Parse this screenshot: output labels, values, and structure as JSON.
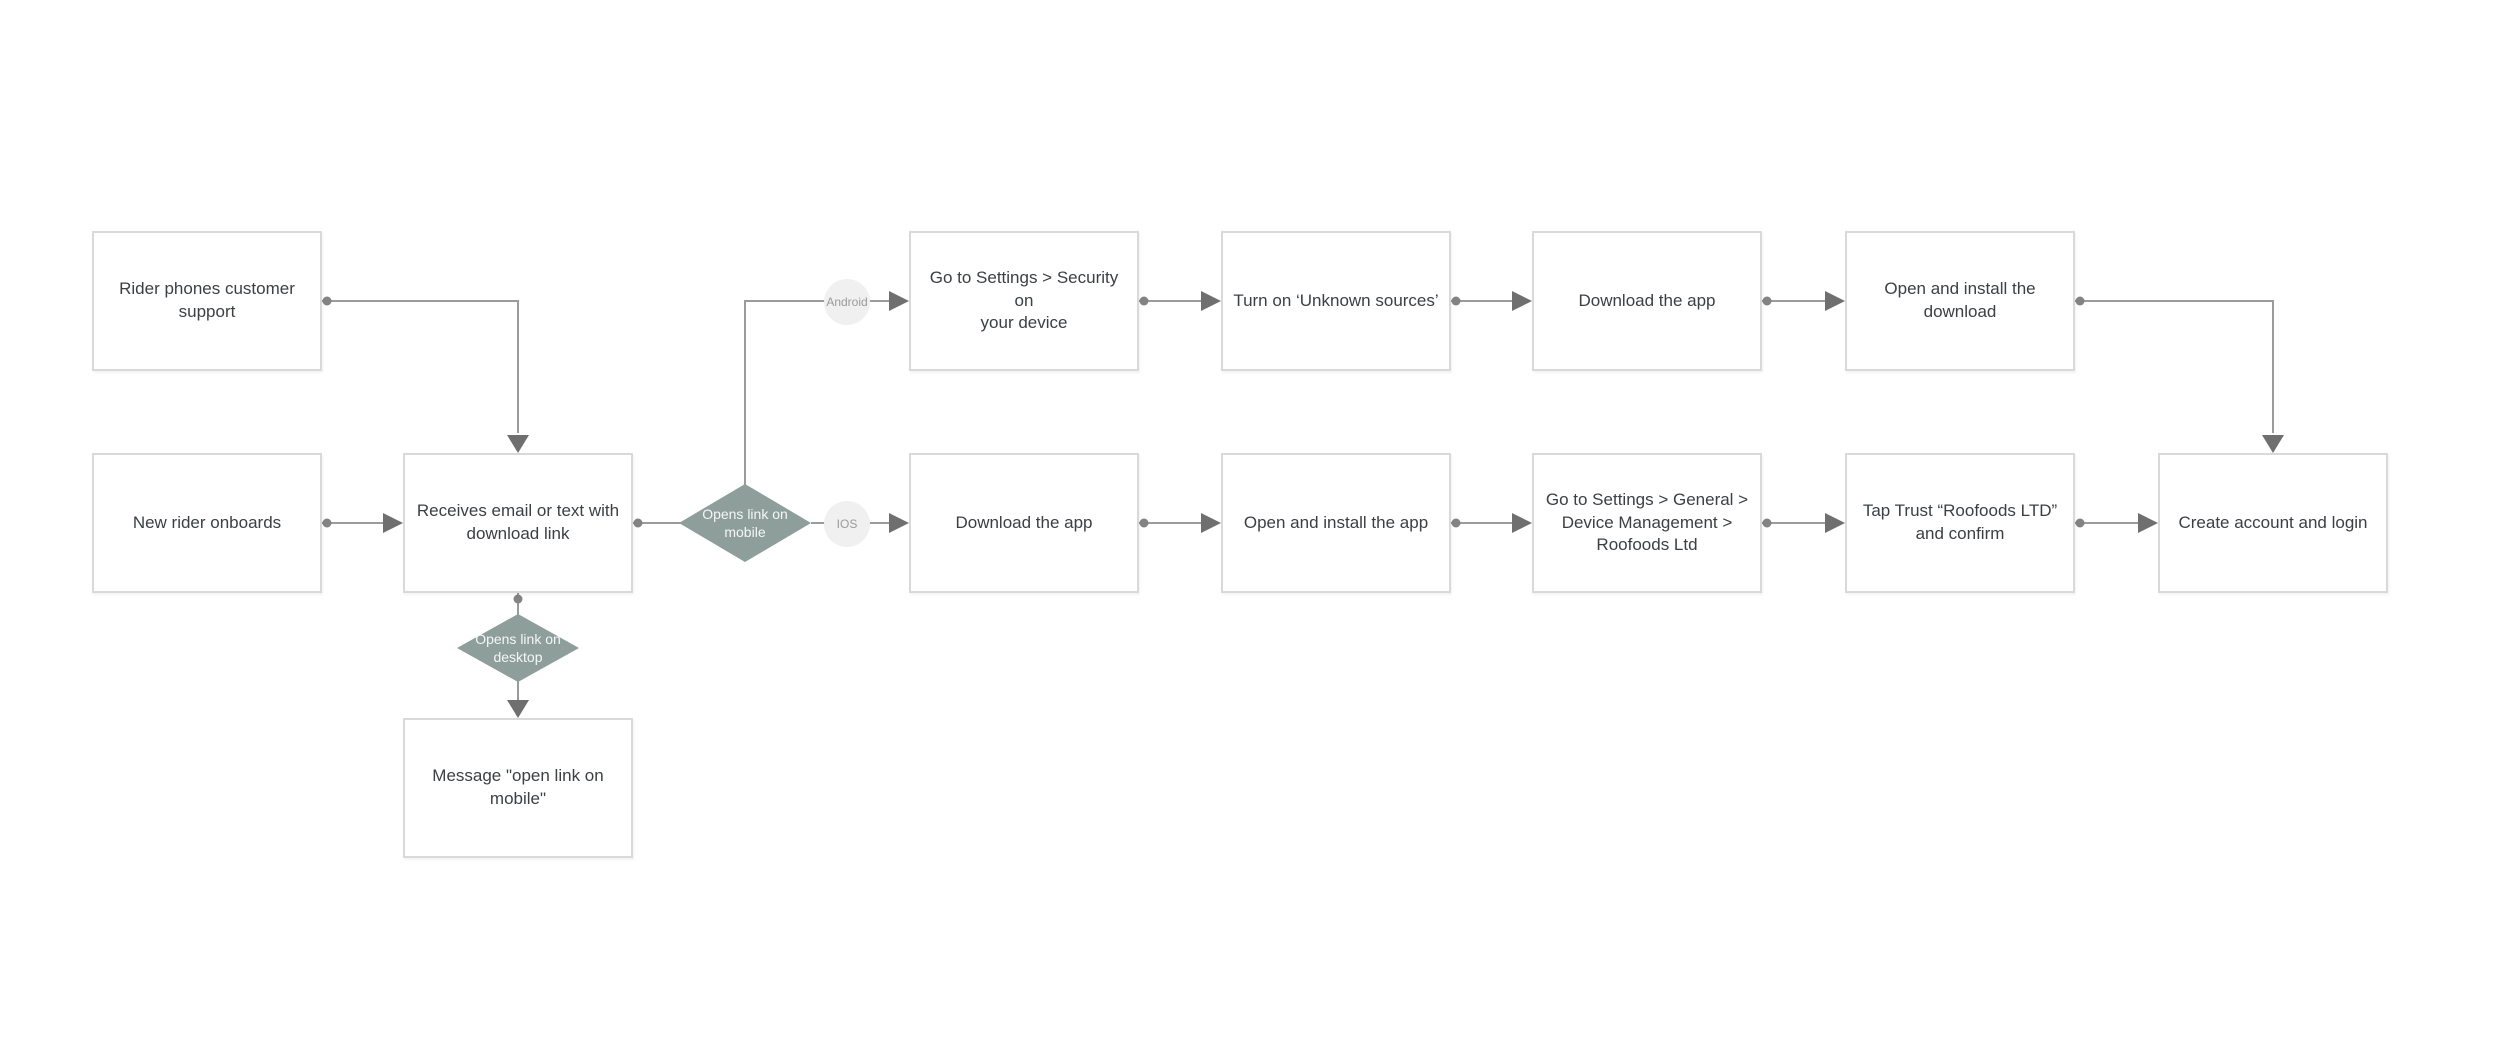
{
  "diagram": {
    "type": "flowchart",
    "background": "#ffffff"
  },
  "colors": {
    "canvas_bg": "#ffffff",
    "box_fill": "#ffffff",
    "box_border": "#d9d9d9",
    "text_color": "#3c4043",
    "diamond_fill": "#8e9e9b",
    "diamond_text": "#f4f7f6",
    "circle_fill": "#f0f0f0",
    "circle_text": "#9a9a9a",
    "line_color": "#9b9b9b",
    "arrow_color": "#6f6f6f",
    "dot_color": "#838383"
  },
  "nodes": {
    "rider_phones": {
      "type": "process",
      "label": "Rider phones customer\nsupport"
    },
    "new_rider": {
      "type": "process",
      "label": "New rider onboards"
    },
    "receives_link": {
      "type": "process",
      "label": "Receives email or text with\ndownload link"
    },
    "opens_mobile": {
      "type": "decision",
      "label": "Opens link on\nmobile"
    },
    "opens_desktop": {
      "type": "decision",
      "label": "Opens link on\ndesktop"
    },
    "branch_android": {
      "type": "edge-label",
      "label": "Android"
    },
    "branch_ios": {
      "type": "edge-label",
      "label": "IOS"
    },
    "android_settings": {
      "type": "process",
      "label": "Go to Settings > Security on\nyour device"
    },
    "unknown_sources": {
      "type": "process",
      "label": "Turn on ‘Unknown sources’"
    },
    "android_download": {
      "type": "process",
      "label": "Download the app"
    },
    "android_install": {
      "type": "process",
      "label": "Open and install the\ndownload"
    },
    "ios_download": {
      "type": "process",
      "label": "Download the app"
    },
    "ios_install": {
      "type": "process",
      "label": "Open and install the app"
    },
    "ios_settings": {
      "type": "process",
      "label": "Go to Settings > General >\nDevice Management >\nRoofoods Ltd"
    },
    "tap_trust": {
      "type": "process",
      "label": "Tap Trust “Roofoods LTD”\nand confirm"
    },
    "create_account": {
      "type": "process",
      "label": "Create account and login"
    },
    "message_desktop": {
      "type": "process",
      "label": "Message \"open link on\nmobile\""
    }
  },
  "edges": [
    {
      "from": "rider_phones",
      "to": "receives_link",
      "label": ""
    },
    {
      "from": "new_rider",
      "to": "receives_link",
      "label": ""
    },
    {
      "from": "receives_link",
      "to": "opens_mobile",
      "label": ""
    },
    {
      "from": "opens_mobile",
      "to": "android_settings",
      "label": "Android"
    },
    {
      "from": "opens_mobile",
      "to": "ios_download",
      "label": "IOS"
    },
    {
      "from": "android_settings",
      "to": "unknown_sources",
      "label": ""
    },
    {
      "from": "unknown_sources",
      "to": "android_download",
      "label": ""
    },
    {
      "from": "android_download",
      "to": "android_install",
      "label": ""
    },
    {
      "from": "android_install",
      "to": "create_account",
      "label": ""
    },
    {
      "from": "ios_download",
      "to": "ios_install",
      "label": ""
    },
    {
      "from": "ios_install",
      "to": "ios_settings",
      "label": ""
    },
    {
      "from": "ios_settings",
      "to": "tap_trust",
      "label": ""
    },
    {
      "from": "tap_trust",
      "to": "create_account",
      "label": ""
    },
    {
      "from": "receives_link",
      "to": "opens_desktop",
      "label": ""
    },
    {
      "from": "opens_desktop",
      "to": "message_desktop",
      "label": ""
    }
  ]
}
